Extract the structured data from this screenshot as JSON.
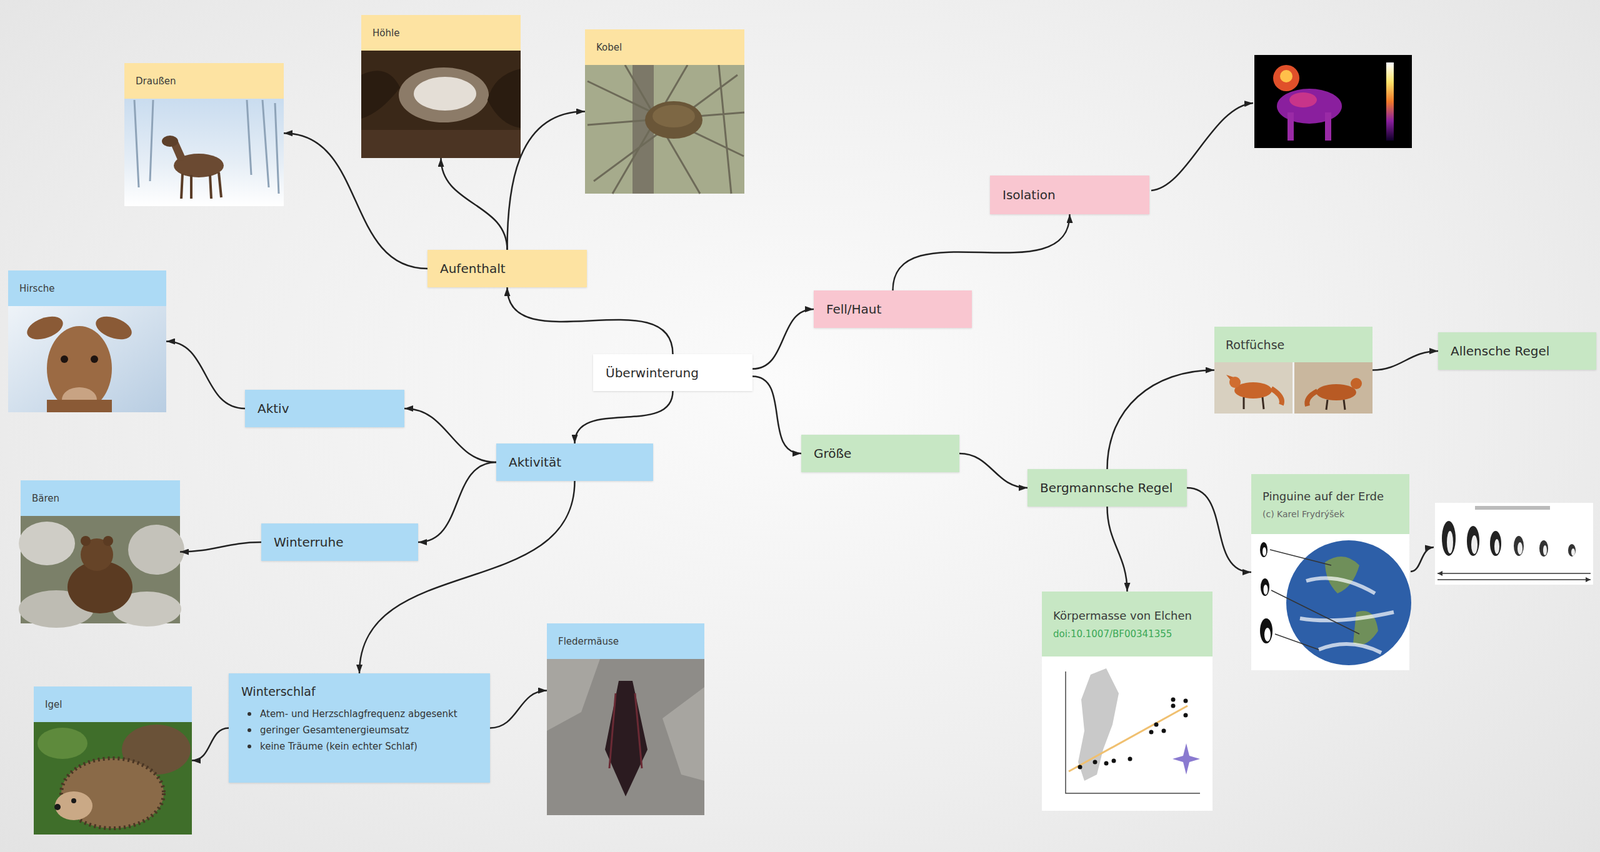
{
  "diagram": {
    "nodes": [
      {
        "text": [
          "Überwinterung"
        ]
      },
      {
        "text": [
          "Aufenthalt"
        ]
      },
      {
        "text": [
          "Draußen"
        ]
      },
      {
        "text": [
          "Höhle"
        ]
      },
      {
        "text": [
          "Kobel"
        ]
      },
      {
        "text": [
          "Aktivität"
        ]
      },
      {
        "text": [
          "Aktiv"
        ]
      },
      {
        "text": [
          "Hirsche"
        ]
      },
      {
        "text": [
          "Winterruhe"
        ]
      },
      {
        "text": [
          "Bären"
        ]
      },
      {
        "text": [
          "Winterschlaf",
          "Atem- und Herzschlagfrequenz abgesenkt",
          "geringer Gesamtenergieumsatz",
          "keine Träume (kein echter Schlaf)"
        ]
      },
      {
        "text": [
          "Igel"
        ]
      },
      {
        "text": [
          "Fledermäuse"
        ]
      },
      {
        "text": [
          "Fell/Haut"
        ]
      },
      {
        "text": [
          "Isolation"
        ]
      },
      {
        "text": [
          "Größe"
        ]
      },
      {
        "text": [
          "Bergmannsche Regel"
        ]
      },
      {
        "text": [
          "Rotfüchse"
        ]
      },
      {
        "text": [
          "Allensche Regel"
        ]
      },
      {
        "text": [
          "Körpermasse von Elchen",
          "doi:10.1007/BF00341355"
        ]
      },
      {
        "text": [
          "Pinguine auf der Erde",
          "(c) Karel Frydrýšek"
        ]
      }
    ],
    "edges": [
      {
        "from": 0,
        "to": 1,
        "arrow": "to"
      },
      {
        "from": 1,
        "to": 2,
        "arrow": "to"
      },
      {
        "from": 1,
        "to": 3,
        "arrow": "to"
      },
      {
        "from": 1,
        "to": 4,
        "arrow": "to"
      },
      {
        "from": 0,
        "to": 5,
        "arrow": "to"
      },
      {
        "from": 5,
        "to": 6,
        "arrow": "to"
      },
      {
        "from": 6,
        "to": 7,
        "arrow": "to"
      },
      {
        "from": 5,
        "to": 8,
        "arrow": "to"
      },
      {
        "from": 8,
        "to": 9,
        "arrow": "to"
      },
      {
        "from": 5,
        "to": 10,
        "arrow": "to"
      },
      {
        "from": 10,
        "to": 11,
        "arrow": "to"
      },
      {
        "from": 10,
        "to": 12,
        "arrow": "to"
      },
      {
        "from": 0,
        "to": 13,
        "arrow": "to"
      },
      {
        "from": 13,
        "to": 14,
        "arrow": "to"
      },
      {
        "from": 0,
        "to": 15,
        "arrow": "to"
      },
      {
        "from": 15,
        "to": 16,
        "arrow": "to"
      },
      {
        "from": 16,
        "to": 17,
        "arrow": "to"
      },
      {
        "from": 17,
        "to": 18,
        "arrow": "to"
      },
      {
        "from": 16,
        "to": 19,
        "arrow": "to"
      },
      {
        "from": 16,
        "to": 20,
        "arrow": "to"
      }
    ]
  }
}
